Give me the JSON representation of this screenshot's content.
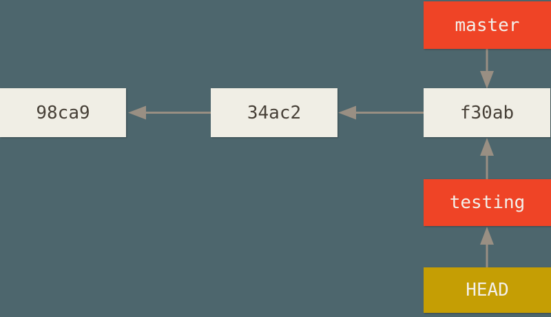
{
  "diagram": {
    "kind": "git-commit-branch-graph",
    "commits": [
      {
        "id": "98ca9"
      },
      {
        "id": "34ac2"
      },
      {
        "id": "f30ab"
      }
    ],
    "branch_tags": [
      {
        "label": "master",
        "arrow_points_to": "f30ab"
      },
      {
        "label": "testing",
        "arrow_points_to": "f30ab"
      }
    ],
    "head_tag": {
      "label": "HEAD",
      "arrow_points_to": "testing"
    },
    "parent_edges": [
      {
        "from": "f30ab",
        "to": "34ac2"
      },
      {
        "from": "34ac2",
        "to": "98ca9"
      }
    ],
    "colors": {
      "background": "#4d666d",
      "commit_box": "#f0eee5",
      "commit_text": "#474037",
      "branch_tag": "#ef4426",
      "head_tag": "#c59e04",
      "tag_text": "#f3f0ea",
      "arrow": "#998f83"
    }
  }
}
